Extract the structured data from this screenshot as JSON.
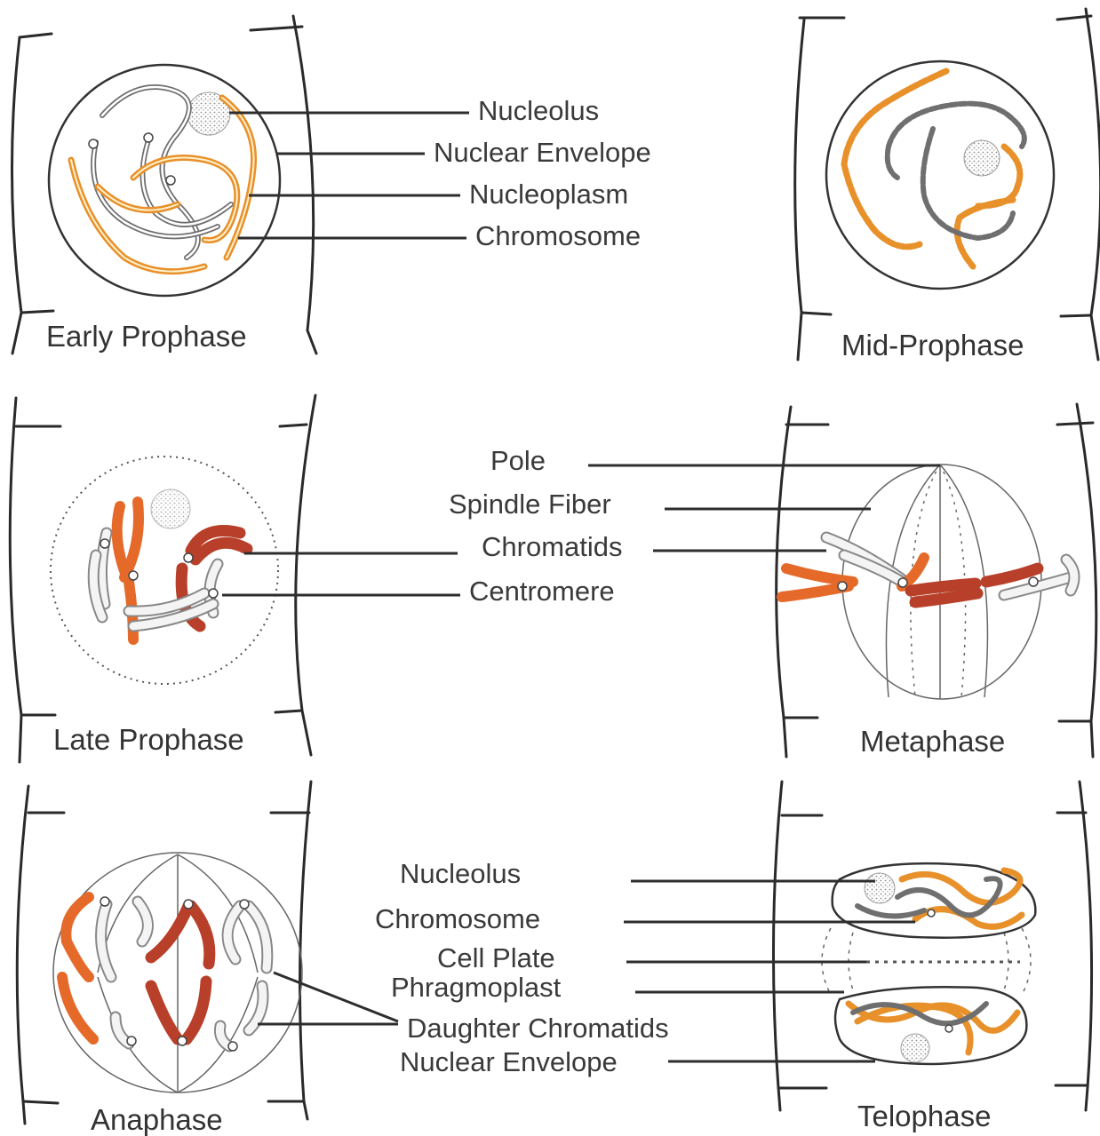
{
  "panels": {
    "early_prophase": {
      "title": "Early Prophase",
      "labels": {
        "nucleolus": "Nucleolus",
        "nuclear_envelope": "Nuclear Envelope",
        "nucleoplasm": "Nucleoplasm",
        "chromosome": "Chromosome"
      }
    },
    "mid_prophase": {
      "title": "Mid-Prophase"
    },
    "late_prophase": {
      "title": "Late Prophase",
      "labels": {
        "chromatids": "Chromatids",
        "centromere": "Centromere"
      }
    },
    "metaphase": {
      "title": "Metaphase",
      "labels": {
        "pole": "Pole",
        "spindle_fiber": "Spindle Fiber"
      }
    },
    "anaphase": {
      "title": "Anaphase",
      "labels": {
        "daughter_chromatids": "Daughter Chromatids"
      }
    },
    "telophase": {
      "title": "Telophase",
      "labels": {
        "nucleolus": "Nucleolus",
        "chromosome": "Chromosome",
        "cell_plate": "Cell Plate",
        "phragmoplast": "Phragmoplast",
        "nuclear_envelope": "Nuclear Envelope"
      }
    }
  },
  "colors": {
    "chromosome_orange": "#e8902a",
    "chromosome_red": "#b8402a",
    "chromosome_gray": "#6f6f6f"
  }
}
